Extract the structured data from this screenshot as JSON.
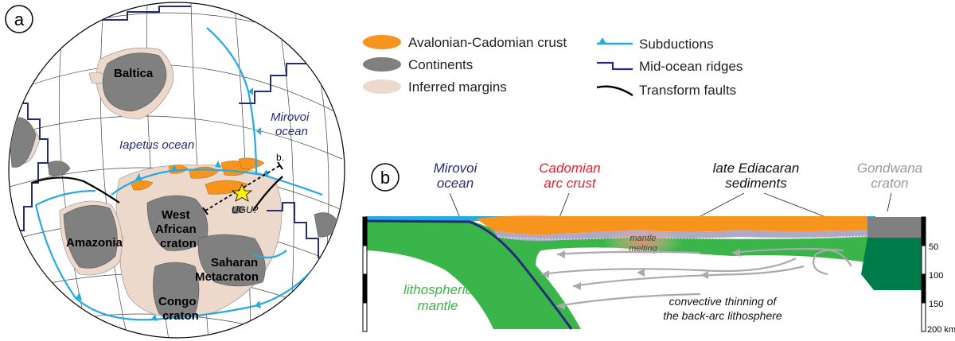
{
  "panel_a": {
    "letter": "a",
    "labels": {
      "baltica": "Baltica",
      "mirovoi_1": "Mirovoi",
      "mirovoi_2": "ocean",
      "iapetus": "Iapetus ocean",
      "amazonia": "Amazonia",
      "west_african_1": "West",
      "west_african_2": "African",
      "west_african_3": "craton",
      "saharan_1": "Saharan",
      "saharan_2": "Metacraton",
      "congo_1": "Congo",
      "congo_2": "craton",
      "ugu": "UGU?",
      "section_end": "b."
    }
  },
  "legend": {
    "items": [
      {
        "label": "Avalonian-Cadomian crust",
        "color": "#f7941d"
      },
      {
        "label": "Continents",
        "color": "#808080"
      },
      {
        "label": "Inferred margins",
        "color": "#ecd9cc"
      },
      {
        "label": "Subductions",
        "color": "#27aae1"
      },
      {
        "label": "Mid-ocean ridges",
        "color": "#262b7a"
      },
      {
        "label": "Transform faults",
        "color": "#000000"
      }
    ]
  },
  "panel_b": {
    "letter": "b",
    "labels": {
      "mirovoi_1": "Mirovoi",
      "mirovoi_2": "ocean",
      "cadomian_1": "Cadomian",
      "cadomian_2": "arc crust",
      "ediacaran_1": "late Ediacaran",
      "ediacaran_2": "sediments",
      "gondwana_1": "Gondwana",
      "gondwana_2": "craton",
      "mantle_melting_1": "mantle",
      "mantle_melting_2": "melting",
      "litho_1": "lithospheric",
      "litho_2": "mantle",
      "convective_1": "convective thinning of",
      "convective_2": "the back-arc lithosphere"
    },
    "depth_ticks": [
      "50",
      "100",
      "150",
      "200 km"
    ]
  }
}
